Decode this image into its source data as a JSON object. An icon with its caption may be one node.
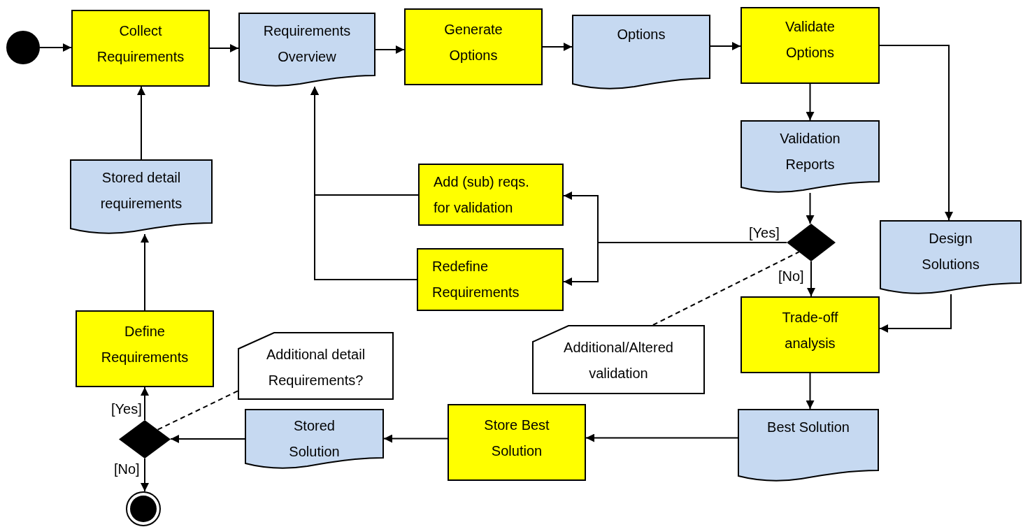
{
  "diagram": {
    "nodes": [
      {
        "text": [],
        "shape": "circle"
      },
      {
        "text": [
          "Collect Requirements"
        ]
      },
      {
        "text": [
          "Requirements Overview"
        ]
      },
      {
        "text": [
          "Generate Options"
        ]
      },
      {
        "text": [
          "Options"
        ]
      },
      {
        "text": [
          "Validate Options"
        ]
      },
      {
        "text": [
          "Validation Reports"
        ]
      },
      {
        "text": [
          "Stored detail requirements"
        ]
      },
      {
        "text": [
          "Add (sub) reqs. for validation"
        ]
      },
      {
        "text": [],
        "shape": "diamond"
      },
      {
        "text": [
          "Design Solutions"
        ]
      },
      {
        "text": [
          "Redefine Requirements"
        ]
      },
      {
        "text": [
          "Define Requirements"
        ]
      },
      {
        "text": [
          "Trade-off analysis"
        ]
      },
      {
        "text": [
          "Additional detail Requirements?"
        ]
      },
      {
        "text": [
          "Additional/Altered validation"
        ]
      },
      {
        "text": [],
        "shape": "diamond"
      },
      {
        "text": [
          "Stored Solution"
        ]
      },
      {
        "text": [
          "Store Best Solution"
        ]
      },
      {
        "text": [
          "Best Solution"
        ]
      },
      {
        "text": [],
        "shape": "circle"
      }
    ],
    "edges": [
      {
        "from": 0,
        "to": 1,
        "arrow": "to"
      },
      {
        "from": 1,
        "to": 2,
        "arrow": "to"
      },
      {
        "from": 2,
        "to": 3,
        "arrow": "to"
      },
      {
        "from": 3,
        "to": 4,
        "arrow": "to"
      },
      {
        "from": 4,
        "to": 5,
        "arrow": "to"
      },
      {
        "from": 5,
        "to": 6,
        "arrow": "to"
      },
      {
        "from": 5,
        "to": 10,
        "arrow": "to"
      },
      {
        "from": 6,
        "to": 9,
        "arrow": "to"
      },
      {
        "from": 9,
        "to": 8,
        "arrow": "to",
        "label": "[Yes]"
      },
      {
        "from": 9,
        "to": 11,
        "arrow": "to"
      },
      {
        "from": 9,
        "to": 13,
        "arrow": "to",
        "label": "[No]"
      },
      {
        "from": 15,
        "to": 9,
        "arrow": "none",
        "style": "dashed"
      },
      {
        "from": 8,
        "to": 2,
        "arrow": "to"
      },
      {
        "from": 11,
        "to": 2,
        "arrow": "to"
      },
      {
        "from": 10,
        "to": 13,
        "arrow": "to"
      },
      {
        "from": 13,
        "to": 19,
        "arrow": "to"
      },
      {
        "from": 19,
        "to": 18,
        "arrow": "to"
      },
      {
        "from": 18,
        "to": 17,
        "arrow": "to"
      },
      {
        "from": 17,
        "to": 16,
        "arrow": "to"
      },
      {
        "from": 16,
        "to": 12,
        "arrow": "to",
        "label": "[Yes]"
      },
      {
        "from": 16,
        "to": 20,
        "arrow": "to",
        "label": "[No]"
      },
      {
        "from": 14,
        "to": 16,
        "arrow": "none",
        "style": "dashed"
      },
      {
        "from": 12,
        "to": 7,
        "arrow": "to"
      },
      {
        "from": 7,
        "to": 1,
        "arrow": "to"
      }
    ]
  }
}
